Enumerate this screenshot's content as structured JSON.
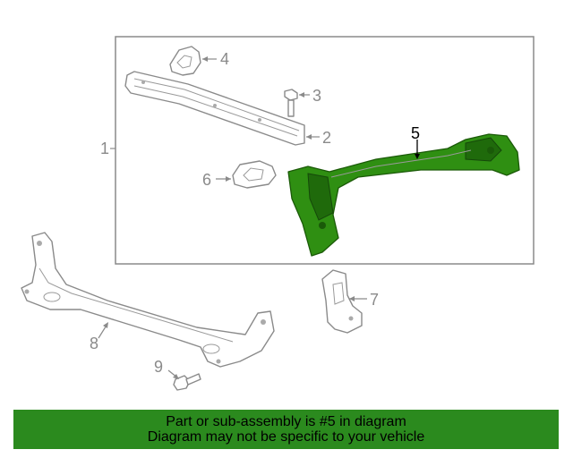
{
  "callouts": {
    "c1": "1",
    "c2": "2",
    "c3": "3",
    "c4": "4",
    "c5": "5",
    "c6": "6",
    "c7": "7",
    "c8": "8",
    "c9": "9"
  },
  "highlight_color": "#2b8a1e",
  "banner": {
    "line1": "Part or sub-assembly is #5 in diagram",
    "line2": "Diagram may not be specific to your vehicle"
  }
}
